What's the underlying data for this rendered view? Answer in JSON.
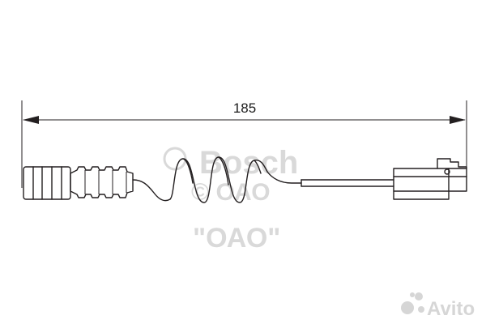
{
  "dimension": {
    "value": "185"
  },
  "watermarks": {
    "brand": "Bosch",
    "registered_symbol": "©",
    "site": "© ОАО \"ОАО\"",
    "site_line1": "© ОАО",
    "site_line2": "\"ОАО\"",
    "logo": "Avito"
  },
  "colors": {
    "ink": "#231f20",
    "watermark": "#d9d9d9"
  }
}
